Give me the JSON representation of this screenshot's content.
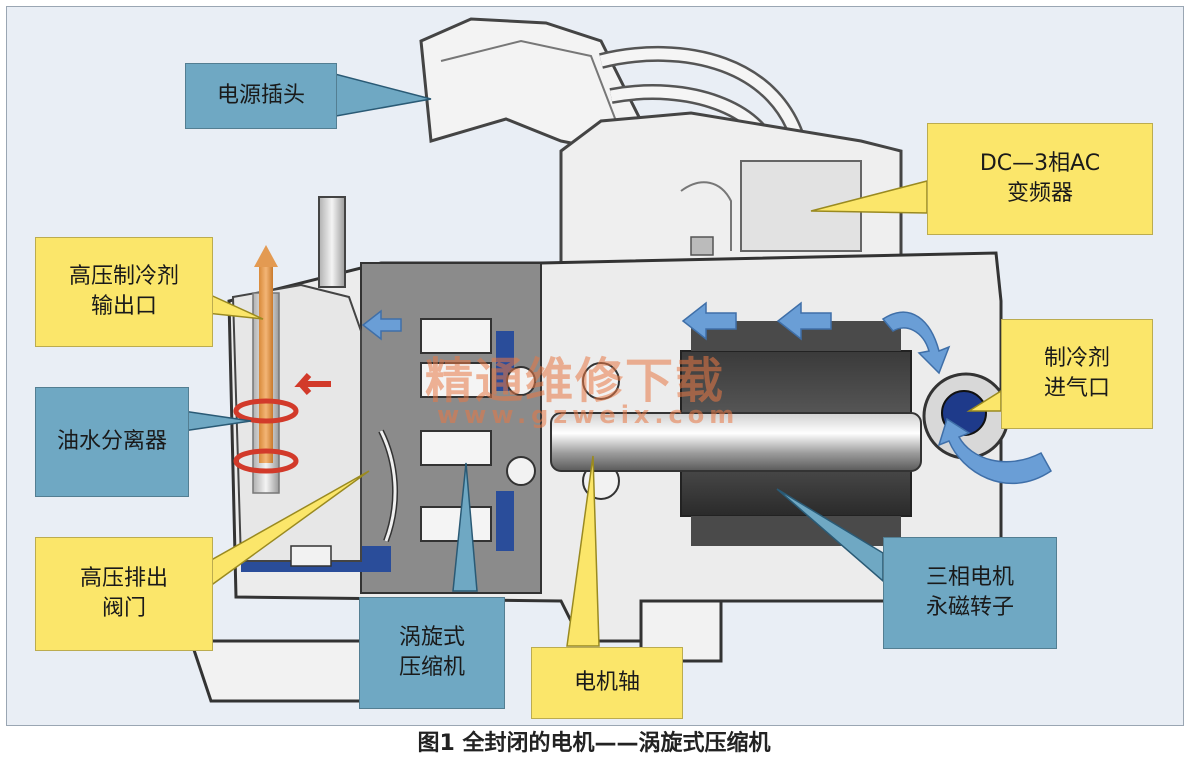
{
  "labels": {
    "power_plug": "电源插头",
    "inverter": "DC—3相AC\n变频器",
    "hp_outlet": "高压制冷剂\n输出口",
    "separator": "油水分离器",
    "discharge_valve": "高压排出\n阀门",
    "scroll": "涡旋式\n压缩机",
    "shaft": "电机轴",
    "rotor": "三相电机\n永磁转子",
    "inlet": "制冷剂\n进气口"
  },
  "watermark": {
    "cn": "精通维修下载",
    "url": "www.gzweix.com"
  },
  "caption": "图1 全封闭的电机——涡旋式压缩机",
  "colors": {
    "callout_blue": "#6fa8c3",
    "callout_yellow": "#fbe66a",
    "flow_blue": "#6a9ed6",
    "flow_red": "#d23a2a",
    "part_blue": "#2a4d9a"
  }
}
